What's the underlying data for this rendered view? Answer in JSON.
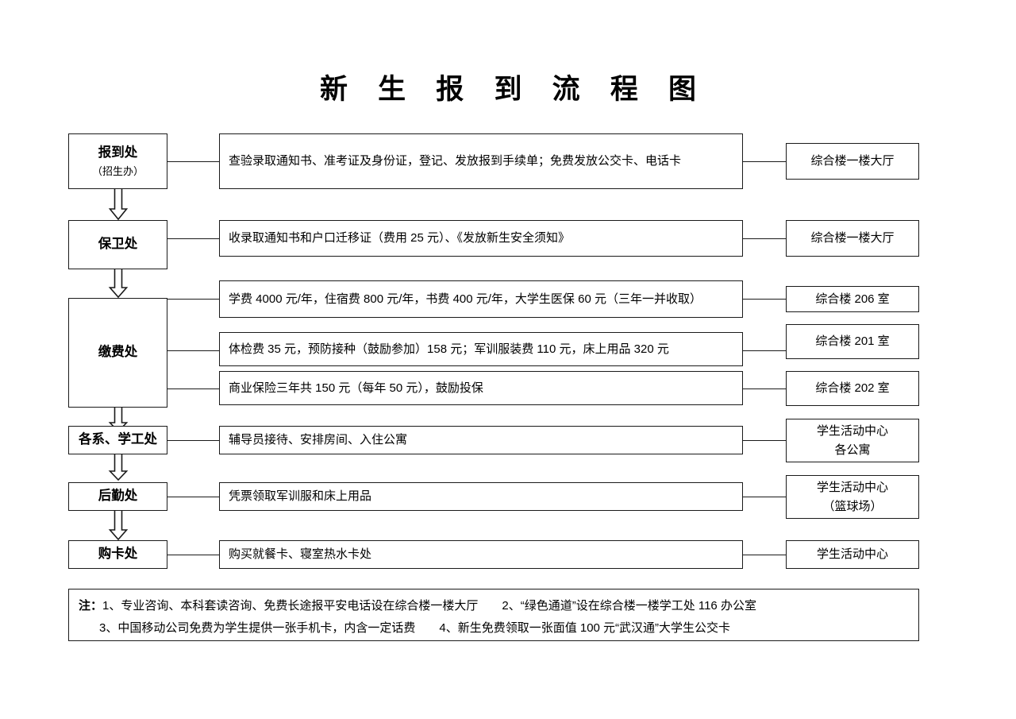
{
  "title": "新 生 报 到 流 程 图",
  "rows": [
    {
      "dept": "报到处",
      "dept_sub": "（招生办）",
      "desc": "查验录取通知书、准考证及身份证，登记、发放报到手续单；免费发放公交卡、电话卡",
      "location": "综合楼一楼大厅",
      "location_sub": ""
    },
    {
      "dept": "保卫处",
      "dept_sub": "",
      "desc": "收录取通知书和户口迁移证（费用 25 元）、《发放新生安全须知》",
      "location": "综合楼一楼大厅",
      "location_sub": ""
    },
    {
      "dept": "缴费处",
      "dept_sub": "",
      "desc": "学费 4000 元/年，住宿费 800 元/年，书费 400 元/年，大学生医保 60 元（三年一并收取）",
      "location": "综合楼 206 室",
      "location_sub": ""
    },
    {
      "dept": "",
      "dept_sub": "",
      "desc": "体检费 35 元，预防接种（鼓励参加）158 元；军训服装费 110 元，床上用品 320 元",
      "location": "综合楼 201 室",
      "location_sub": ""
    },
    {
      "dept": "",
      "dept_sub": "",
      "desc": "商业保险三年共 150 元（每年 50 元），鼓励投保",
      "location": "综合楼 202 室",
      "location_sub": ""
    },
    {
      "dept": "各系、学工处",
      "dept_sub": "",
      "desc": "辅导员接待、安排房间、入住公寓",
      "location": "学生活动中心",
      "location_sub": "各公寓"
    },
    {
      "dept": "后勤处",
      "dept_sub": "",
      "desc": "凭票领取军训服和床上用品",
      "location": "学生活动中心",
      "location_sub": "（篮球场）"
    },
    {
      "dept": "购卡处",
      "dept_sub": "",
      "desc": "购买就餐卡、寝室热水卡处",
      "location": "学生活动中心",
      "location_sub": ""
    }
  ],
  "note": {
    "line1_label": "注：",
    "line1": "1、专业咨询、本科套读咨询、免费长途报平安电话设在综合楼一楼大厅　　2、“绿色通道”设在综合楼一楼学工处 116 办公室",
    "line2": "3、中国移动公司免费为学生提供一张手机卡，内含一定话费　　4、新生免费领取一张面值 100 元“武汉通”大学生公交卡"
  },
  "colors": {
    "stroke": "#1a1a1a",
    "background": "#ffffff",
    "text": "#000000"
  }
}
